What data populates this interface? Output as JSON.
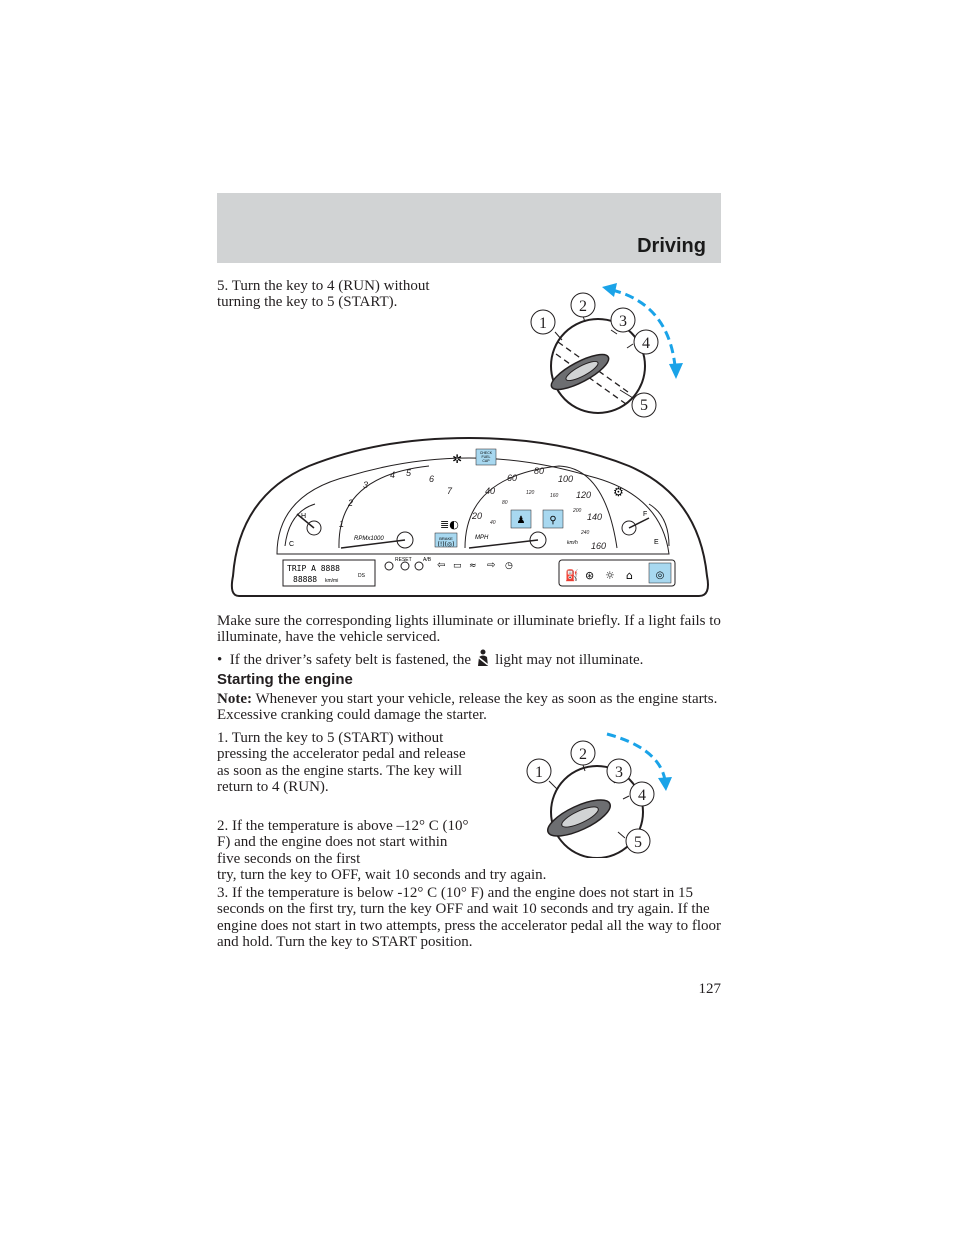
{
  "header": {
    "title": "Driving"
  },
  "step5": {
    "text": "5. Turn the key to 4 (RUN) without turning the key to 5 (START)."
  },
  "ignition_positions": [
    "1",
    "2",
    "3",
    "4",
    "5"
  ],
  "cluster": {
    "tach_ticks": [
      "1",
      "2",
      "3",
      "4",
      "5",
      "6",
      "7"
    ],
    "tach_unit": "RPMx1000",
    "mph_ticks": [
      "20",
      "40",
      "60",
      "80",
      "100",
      "120",
      "140",
      "160"
    ],
    "mph_unit": "MPH",
    "kmh_ticks": [
      "40",
      "80",
      "120",
      "160",
      "200",
      "240"
    ],
    "kmh_unit": "km/h",
    "temp_labels": [
      "H",
      "C"
    ],
    "fuel_labels": [
      "F",
      "E"
    ],
    "check_fuel_cap": [
      "CHECK",
      "FUEL",
      "CAP"
    ],
    "brake_label": "BRAKE",
    "odometer_top": "TRIP A  8888",
    "odometer_bottom": "88888",
    "odometer_unit": "km/mi",
    "ds_label": "DS",
    "reset_label": "RESET",
    "ab_label": "A/B"
  },
  "lights_para": "Make sure the corresponding lights illuminate or illuminate briefly. If a light fails to illuminate, have the vehicle serviced.",
  "bullet": {
    "before": "If the driver’s safety belt is fastened, the",
    "after": "light may not illuminate."
  },
  "section_heading": "Starting the engine",
  "note": {
    "label": "Note:",
    "text": " Whenever you start your vehicle, release the key as soon as the engine starts. Excessive cranking could damage the starter."
  },
  "step1": "1. Turn the key to 5 (START) without pressing the accelerator pedal and release as soon as the engine starts. The key will return to 4 (RUN).",
  "step2_narrow": "2. If the temperature is above –12° C (10° F) and the engine does not start within five seconds on the first",
  "step2_wide": "try, turn the key to OFF, wait 10 seconds and try again.",
  "step3": "3. If the temperature is below -12° C (10° F) and the engine does not start in 15 seconds on the first try, turn the key OFF and wait 10 seconds and try again. If the engine does not start in two attempts, press the accelerator pedal all the way to floor and hold. Turn the key to START position.",
  "page_number": "127",
  "colors": {
    "arrow": "#1aa3e8",
    "header_band": "#d1d3d4",
    "cluster_highlight": "#a8d8f0"
  }
}
